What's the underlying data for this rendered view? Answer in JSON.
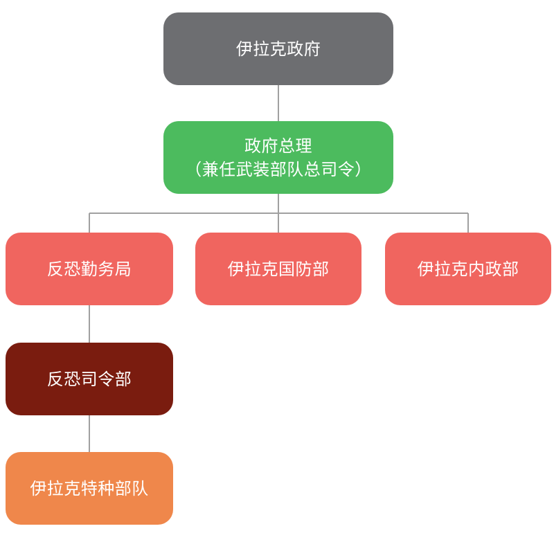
{
  "colors": {
    "root": "#6d6e71",
    "primary": "#4cbb5e",
    "department": "#f0655f",
    "command": "#7a1c0f",
    "unit": "#ef874b",
    "connector": "#a0a0a0"
  },
  "nodes": {
    "root": {
      "label": "伊拉克政府"
    },
    "prime_minister": {
      "line1": "政府总理",
      "line2": "（兼任武装部队总司令）"
    },
    "counter_terrorism_bureau": {
      "label": "反恐勤务局"
    },
    "ministry_of_defense": {
      "label": "伊拉克国防部"
    },
    "ministry_of_interior": {
      "label": "伊拉克内政部"
    },
    "counter_terrorism_command": {
      "label": "反恐司令部"
    },
    "special_forces": {
      "label": "伊拉克特种部队"
    }
  }
}
